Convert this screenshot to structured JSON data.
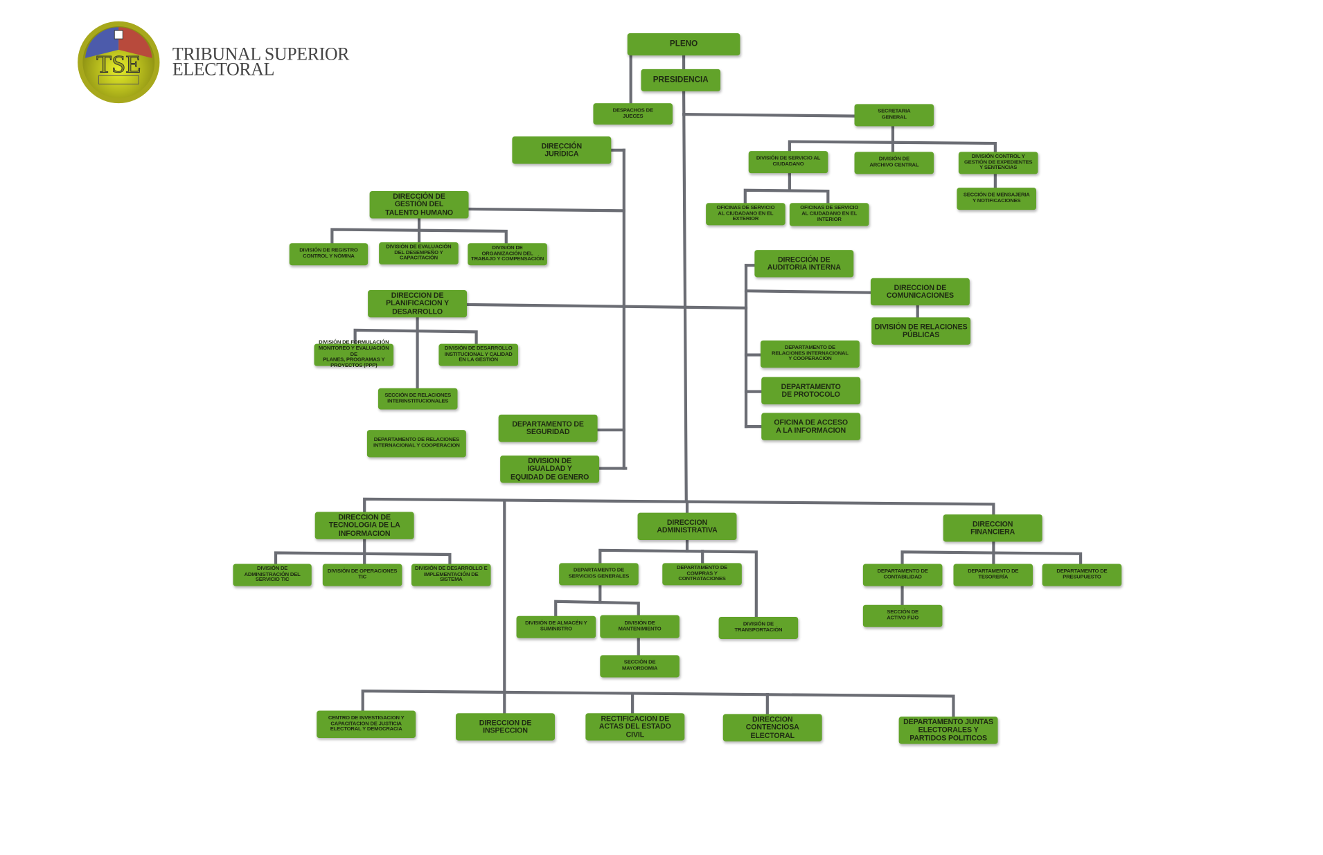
{
  "header": {
    "logo_text": "TSE",
    "title_line1": "TRIBUNAL SUPERIOR",
    "title_line2": "ELECTORAL"
  },
  "colors": {
    "box": "#62a32a",
    "connector": "#6b6d74",
    "text": "#1e2a12"
  },
  "org_units": {
    "pleno": "PLENO",
    "presidencia": "PRESIDENCIA",
    "despachos": "DESPACHOS DE\nJUECES",
    "secretaria": "SECRETARIA\nGENERAL",
    "div_serv_ciud": "DIVISIÓN DE SERVICIO AL\nCIUDADANO",
    "archivo": "DIVISIÓN DE\nARCHIVO CENTRAL",
    "control_exp": "DIVISIÓN CONTROL Y\nGESTIÓN DE EXPEDIENTES\nY SENTENCIAS",
    "mensajeria": "SECCIÓN DE MENSAJERIA\nY NOTIFICACIONES",
    "oficinas_ext": "OFICINAS DE SERVICIO\nAL CIUDADANO EN EL\nEXTERIOR",
    "oficinas_int": "OFICINAS DE SERVICIO\nAL CIUDADANO EN EL\nINTERIOR",
    "juridica": "DIRECCIÓN\nJURÍDICA",
    "talento": "DIRECCIÓN DE\nGESTIÓN DEL\nTALENTO HUMANO",
    "reg_control": "DIVISIÓN DE REGISTRO\nCONTROL Y NÓMINA",
    "evaluacion": "DIVISIÓN DE EVALUACIÓN\nDEL DESEMPEÑO Y\nCAPACITACIÓN",
    "organizacion": "DIVISIÓN DE\nORGANIZACIÓN DEL\nTRABAJO Y COMPENSACIÓN",
    "auditoria": "DIRECCIÓN DE\nAUDITORIA INTERNA",
    "comunicaciones": "DIRECCION DE\nCOMUNICACIONES",
    "rel_publicas": "DIVISIÓN DE RELACIONES\nPÚBLICAS",
    "planif": "DIRECCION DE\nPLANIFICACION Y\nDESARROLLO",
    "ppp": "DIVISIÓN DE FORMULACIÓN\nMONITOREO Y EVALUACIÓN DE\nPLANES, PROGRAMAS Y\nPROYECTOS (PPP)",
    "desarrollo_inst": "DIVISIÓN DE DESARROLLO\nINSTITUCIONAL Y CALIDAD\nEN LA GESTIÓN",
    "sec_rel_inter": "SECCIÓN DE RELACIONES\nINTERINSTITUCIONALES",
    "dep_rel_int_left": "DEPARTAMENTO DE RELACIONES\nINTERNACIONAL Y COOPERACION",
    "dep_rel_int_right": "DEPARTAMENTO DE\nRELACIONES INTERNACIONAL\nY COOPERACION",
    "protocolo": "DEPARTAMENTO\nDE PROTOCOLO",
    "acceso": "OFICINA DE ACCESO\nA LA INFORMACION",
    "seguridad": "DEPARTAMENTO DE\nSEGURIDAD",
    "igualdad": "DIVISION DE\nIGUALDAD Y\nEQUIDAD DE GENERO",
    "tecnologia": "DIRECCION DE\nTECNOLOGIA DE LA\nINFORMACION",
    "adm_tic": "DIVISIÓN DE\nADMINISTRACIÓN DEL\nSERVICIO TIC",
    "oper_tic": "DIVISIÓN DE OPERACIONES\nTIC",
    "desa_sis": "DIVISIÓN DE DESARROLLO E\nIMPLEMENTACIÓN DE\nSISTEMA",
    "administrativa": "DIRECCION\nADMINISTRATIVA",
    "serv_gen": "DEPARTAMENTO DE\nSERVICIOS GENERALES",
    "compras": "DEPARTAMENTO DE\nCOMPRAS Y\nCONTRATACIONES",
    "almacen": "DIVISIÓN DE ALMACÉN Y\nSUMINISTRO",
    "mantenimiento": "DIVISIÓN DE\nMANTENIMIENTO",
    "mayordomia": "SECCIÓN DE\nMAYORDOMIA",
    "transporte": "DIVISIÓN DE\nTRANSPORTACIÓN",
    "financiera": "DIRECCION\nFINANCIERA",
    "contabilidad": "DEPARTAMENTO DE\nCONTABILIDAD",
    "tesoreria": "DEPARTAMENTO DE\nTESORERÍA",
    "presupuesto": "DEPARTAMENTO DE\nPRESUPUESTO",
    "activo_fijo": "SECCIÓN DE\nACTIVO FIJO",
    "centro": "CENTRO DE INVESTIGACION Y\nCAPACITACION DE JUSTICIA\nELECTORAL Y DEMOCRACIA",
    "inspeccion": "DIRECCION DE\nINSPECCION",
    "rectificacion": "RECTIFICACION DE\nACTAS DEL ESTADO\nCIVIL",
    "contenciosa": "DIRECCION\nCONTENCIOSA\nELECTORAL",
    "juntas": "DEPARTAMENTO JUNTAS\nELECTORALES Y\nPARTIDOS POLITICOS"
  }
}
